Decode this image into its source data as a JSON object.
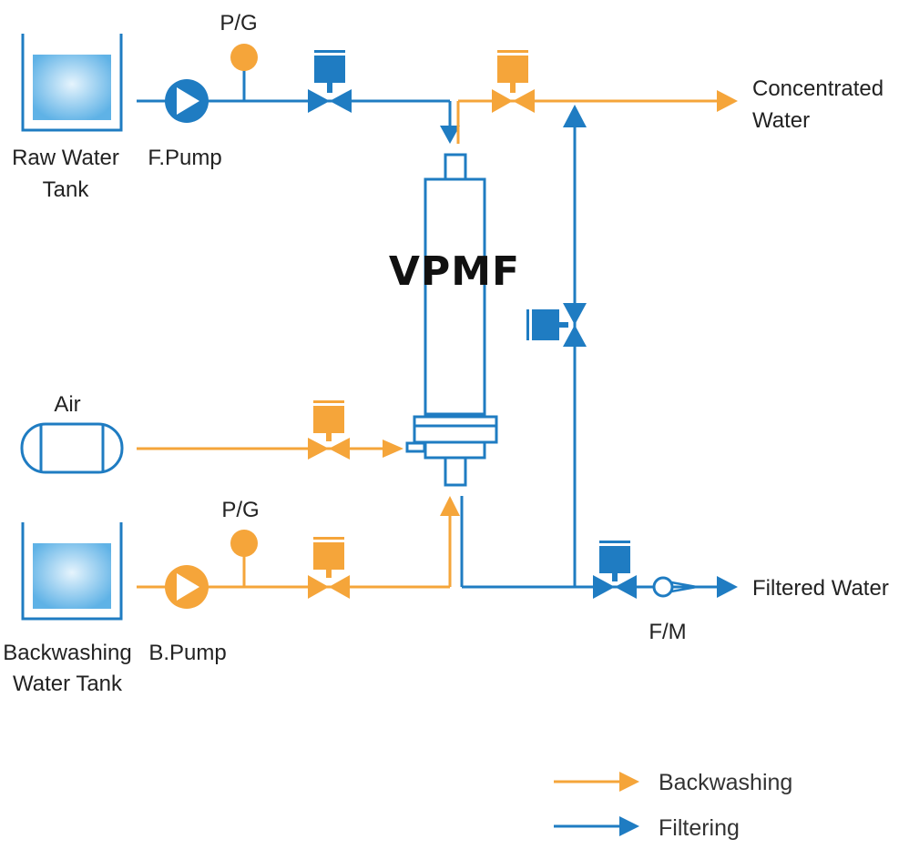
{
  "colors": {
    "filtering": "#1f7cc2",
    "backwashing": "#f5a53a",
    "tank_water": "#5fb2e6"
  },
  "labels": {
    "raw_tank_line1": "Raw Water",
    "raw_tank_line2": "Tank",
    "f_pump": "F.Pump",
    "pg_top": "P/G",
    "concentrated_line1": "Concentrated",
    "concentrated_line2": "Water",
    "vpmf": "VPMF",
    "air": "Air",
    "pg_bottom": "P/G",
    "backwash_tank_line1": "Backwashing",
    "backwash_tank_line2": "Water Tank",
    "b_pump": "B.Pump",
    "filtered_water": "Filtered Water",
    "flow_meter": "F/M"
  },
  "legend": {
    "backwashing": "Backwashing",
    "filtering": "Filtering"
  },
  "icons": [
    "tank-icon",
    "pump-icon",
    "pressure-gauge-icon",
    "valve-icon",
    "air-vessel-icon",
    "flow-meter-icon",
    "arrow-icon"
  ]
}
